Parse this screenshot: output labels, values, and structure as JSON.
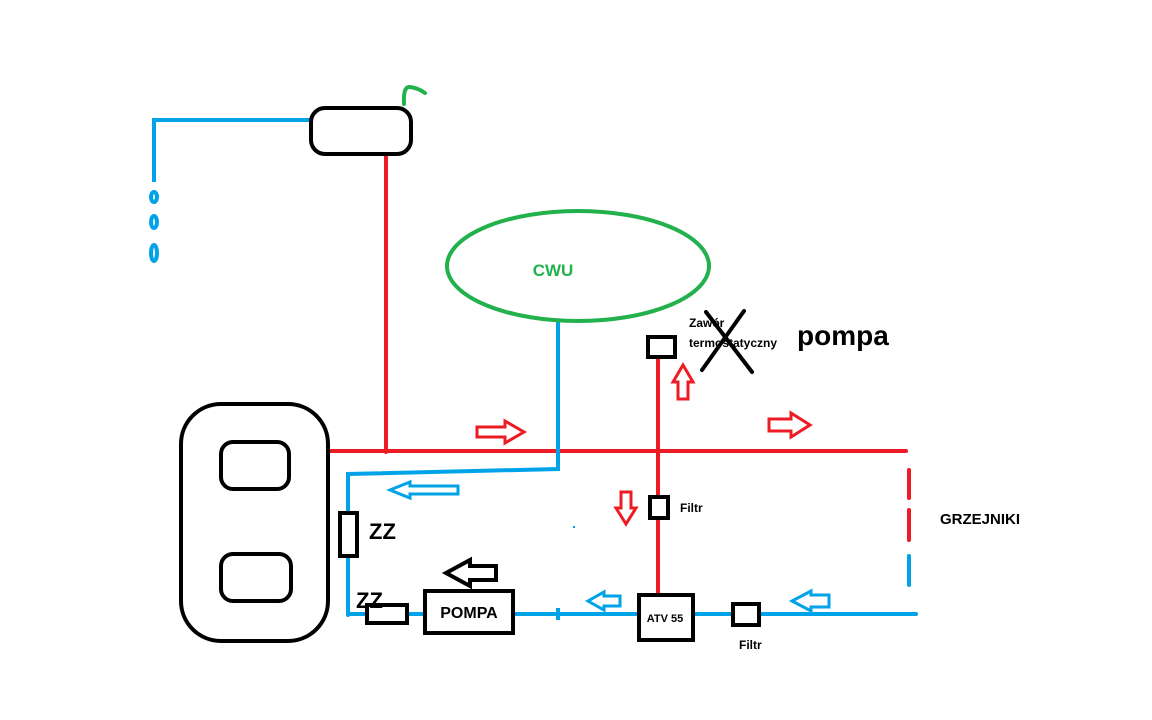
{
  "colors": {
    "hot": "#ed1c24",
    "cold": "#00a2e8",
    "dhw": "#22b14c",
    "outline": "#000000"
  },
  "labels": {
    "cwu": "CWU",
    "zawor_line1": "Zawór",
    "zawor_line2": "termostatyczny",
    "pompa_top": "pompa",
    "grzejniki": "GRZEJNIKI",
    "filtr_upper": "Filtr",
    "filtr_lower": "Filtr",
    "atv": "ATV 55",
    "pompa_box": "POMPA",
    "zz_upper": "ZZ",
    "zz_lower": "ZZ"
  }
}
